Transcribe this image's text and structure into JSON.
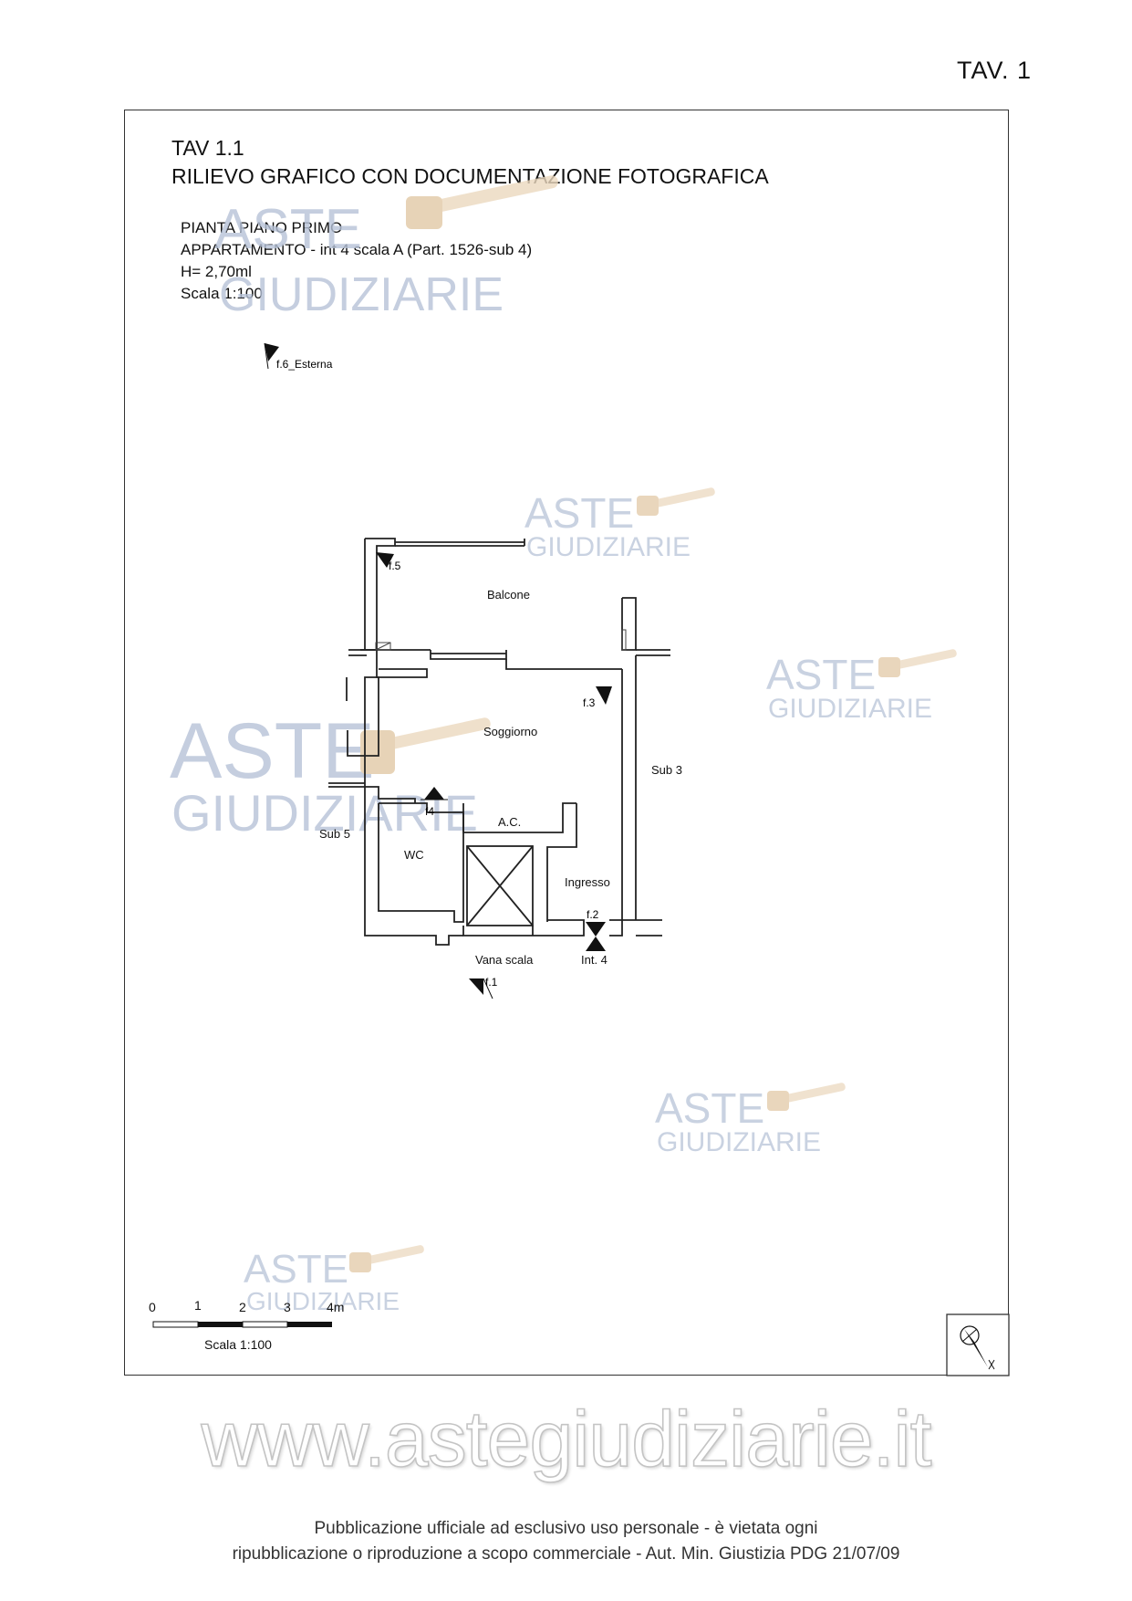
{
  "header": {
    "tav_label": "TAV. 1"
  },
  "sheet": {
    "title_line1": "TAV 1.1",
    "title_line2": "RILIEVO GRAFICO CON DOCUMENTAZIONE FOTOGRAFICA"
  },
  "plan_info": {
    "line1": "PIANTA PIANO PRIMO",
    "line2": "APPARTAMENTO - int 4 scala A (Part. 1526-sub 4)",
    "line3": "H= 2,70ml",
    "line4": "Scala 1:100"
  },
  "rooms": {
    "balcone": "Balcone",
    "soggiorno": "Soggiorno",
    "ac": "A.C.",
    "wc": "WC",
    "ingresso": "Ingresso",
    "vana_scala": "Vana scala",
    "int4": "Int. 4",
    "sub3": "Sub 3",
    "sub5": "Sub 5"
  },
  "photo_points": {
    "f1": "f.1",
    "f2": "f.2",
    "f3": "f.3",
    "f4": "f4",
    "f5": "f.5",
    "f6": "f.6_Esterna"
  },
  "scale_bar": {
    "ticks": [
      "0",
      "1",
      "2",
      "3",
      "4m"
    ],
    "label": "Scala 1:100"
  },
  "watermark": {
    "aste": "ASTE",
    "giudiziarie": "GIUDIZIARIE",
    "site": "www.astegiudiziarie.it"
  },
  "disclaimer": {
    "line1": "Pubblicazione ufficiale ad esclusivo uso personale - è vietata ogni",
    "line2": "ripubblicazione o riproduzione a scopo commerciale - Aut. Min. Giustizia PDG 21/07/09"
  },
  "colors": {
    "watermark": "#b7c3d8",
    "hammer": "#e8d2b4",
    "line": "#222222"
  },
  "icons": {
    "compass": "north-arrow-icon",
    "camera_marker": "camera-direction-icon"
  }
}
